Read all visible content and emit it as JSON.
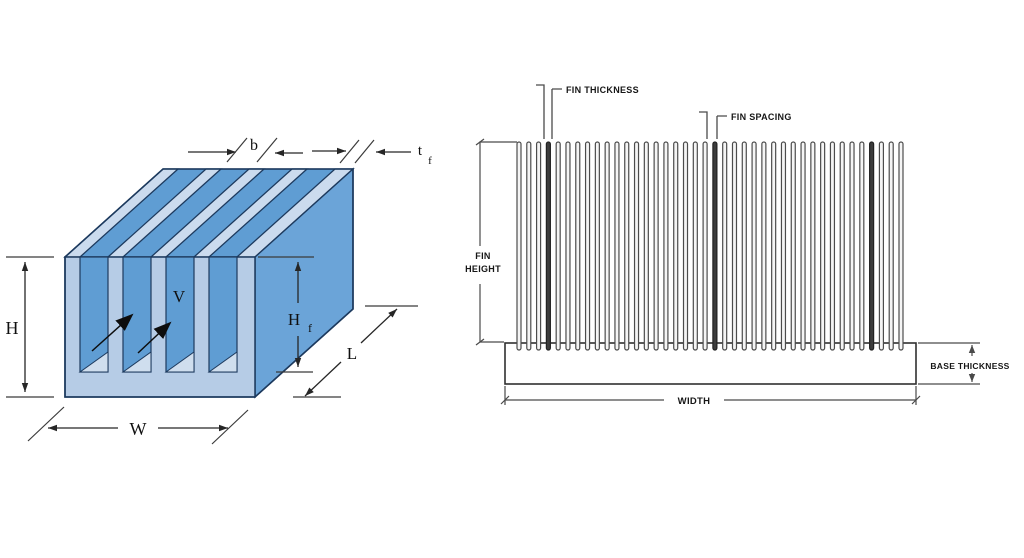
{
  "left_diagram": {
    "name": "Isometric finned heat sink schematic",
    "labels": {
      "channel_gap": "b",
      "fin_thickness_base": "t",
      "fin_thickness_sub": "f",
      "overall_height": "H",
      "base_width": "W",
      "flow_velocity": "V",
      "fin_height_base": "H",
      "fin_height_sub": "f",
      "flow_length": "L"
    },
    "colors": {
      "front_face": "#b6cce6",
      "fin_top_face": "#cbdbee",
      "side_face": "#6ba4d8",
      "channel_face": "#5f9dd3",
      "channel_floor": "#cfdeee",
      "outline": "#1d3a5e"
    }
  },
  "right_diagram": {
    "name": "Front view heat sink dimension drawing",
    "fin_count": 40,
    "dark_fin_indices": [
      3,
      20,
      36
    ],
    "labels": {
      "fin_thickness": "FIN THICKNESS",
      "fin_spacing": "FIN SPACING",
      "fin_height_line1": "FIN",
      "fin_height_line2": "HEIGHT",
      "base_thickness": "BASE THICKNESS",
      "width": "WIDTH"
    }
  }
}
